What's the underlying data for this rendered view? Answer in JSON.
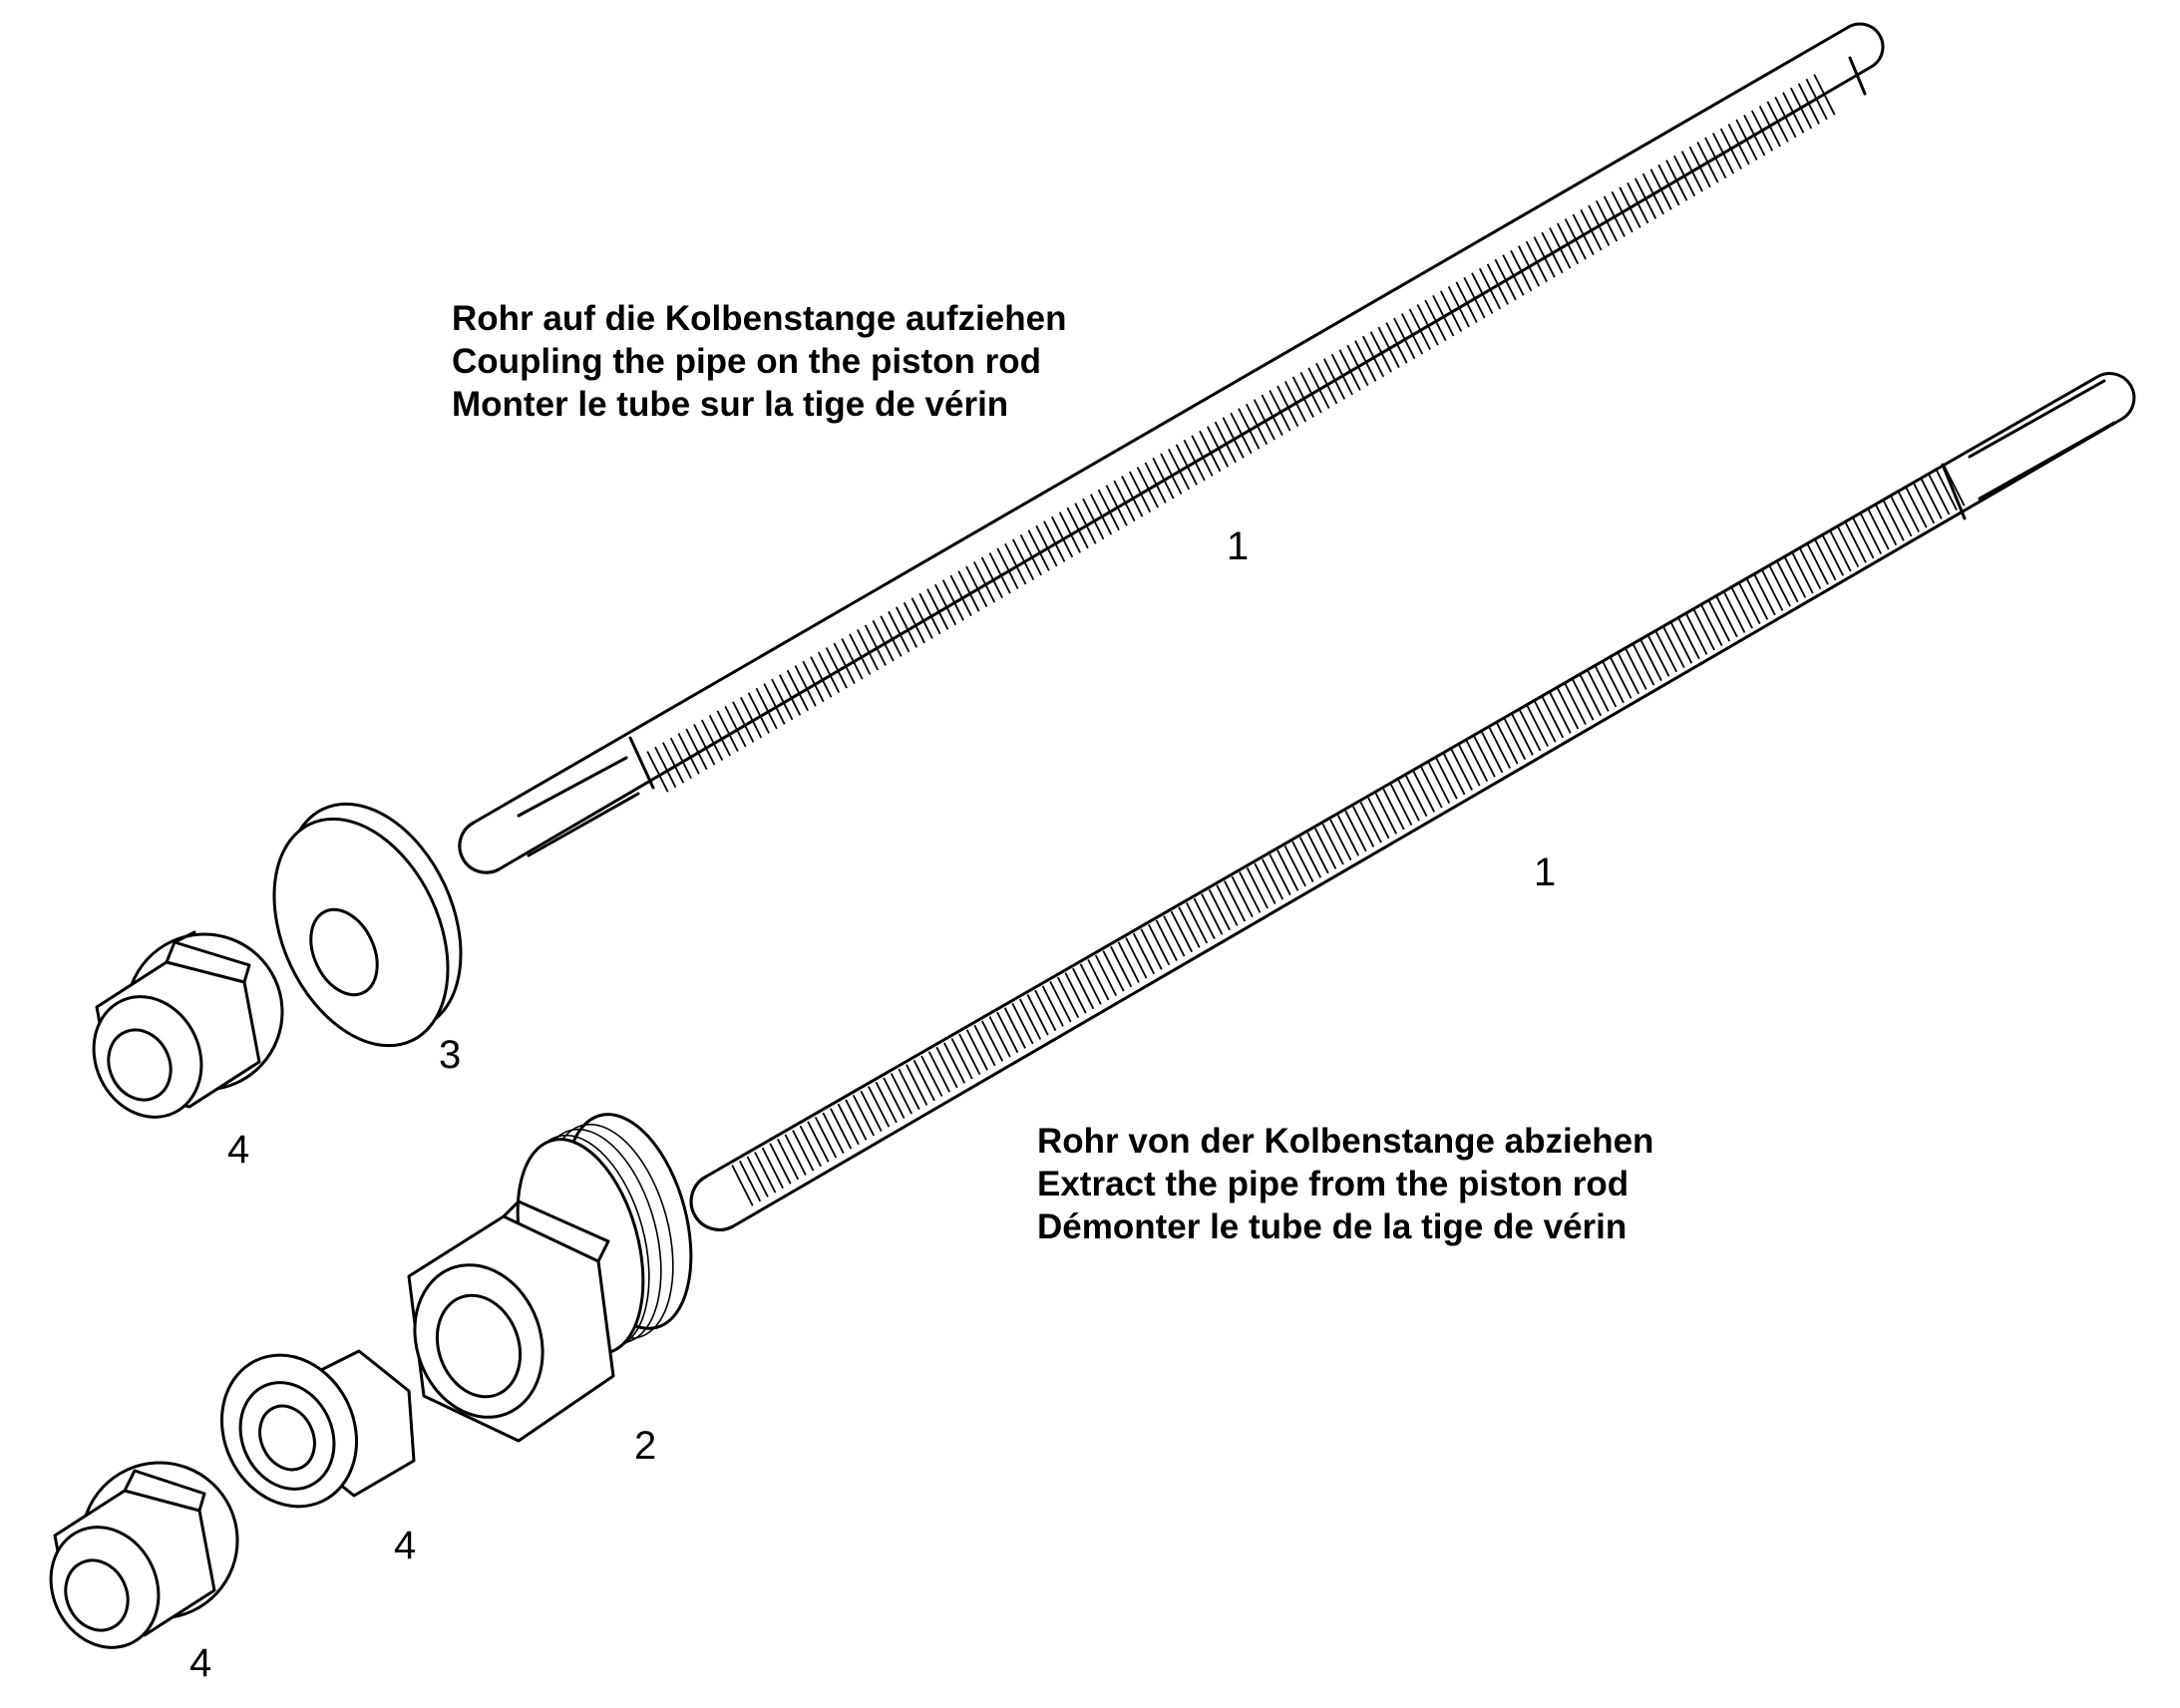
{
  "captions": {
    "coupling": {
      "de": "Rohr auf die Kolbenstange aufziehen",
      "en": "Coupling the pipe on the piston rod",
      "fr": "Monter le tube sur la tige de vérin"
    },
    "extract": {
      "de": "Rohr von der Kolbenstange abziehen",
      "en": "Extract the pipe from the piston rod",
      "fr": "Démonter le tube de la tige de vérin"
    }
  },
  "part_numbers": {
    "rod_top": "1",
    "rod_bottom": "1",
    "washer": "3",
    "nut_top": "4",
    "adapter": "2",
    "nut_middle": "4",
    "nut_bottom": "4"
  },
  "colors": {
    "line": "#000000",
    "background": "#ffffff"
  }
}
